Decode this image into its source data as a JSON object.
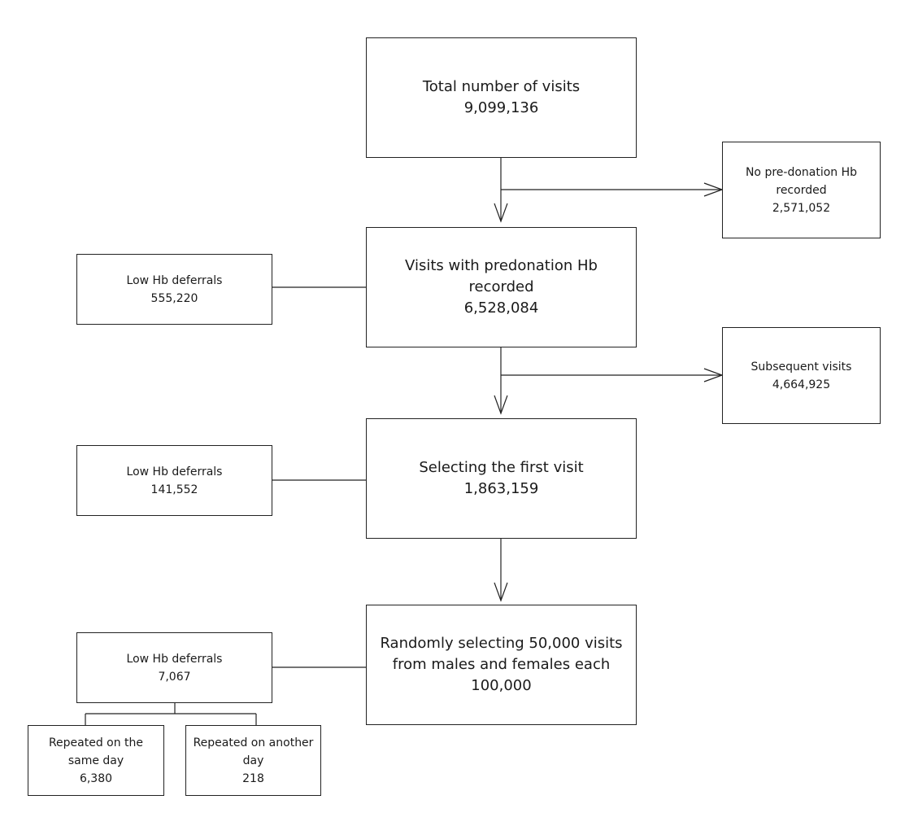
{
  "boxes": {
    "total": {
      "label": "Total number of visits",
      "value": "9,099,136"
    },
    "no_hb": {
      "label": "No pre-donation Hb recorded",
      "value": "2,571,052"
    },
    "with_hb": {
      "label": "Visits with predonation Hb recorded",
      "value": "6,528,084"
    },
    "low_hb_1": {
      "label": "Low Hb deferrals",
      "value": "555,220"
    },
    "subsequent": {
      "label": "Subsequent visits",
      "value": "4,664,925"
    },
    "first_visit": {
      "label": "Selecting the first visit",
      "value": "1,863,159"
    },
    "low_hb_2": {
      "label": "Low Hb deferrals",
      "value": "141,552"
    },
    "random": {
      "label": "Randomly selecting 50,000 visits from males and females each",
      "value": "100,000"
    },
    "low_hb_3": {
      "label": "Low Hb deferrals",
      "value": "7,067"
    },
    "same_day": {
      "label": "Repeated on the same day",
      "value": "6,380"
    },
    "another_day": {
      "label": "Repeated on another day",
      "value": "218"
    }
  }
}
